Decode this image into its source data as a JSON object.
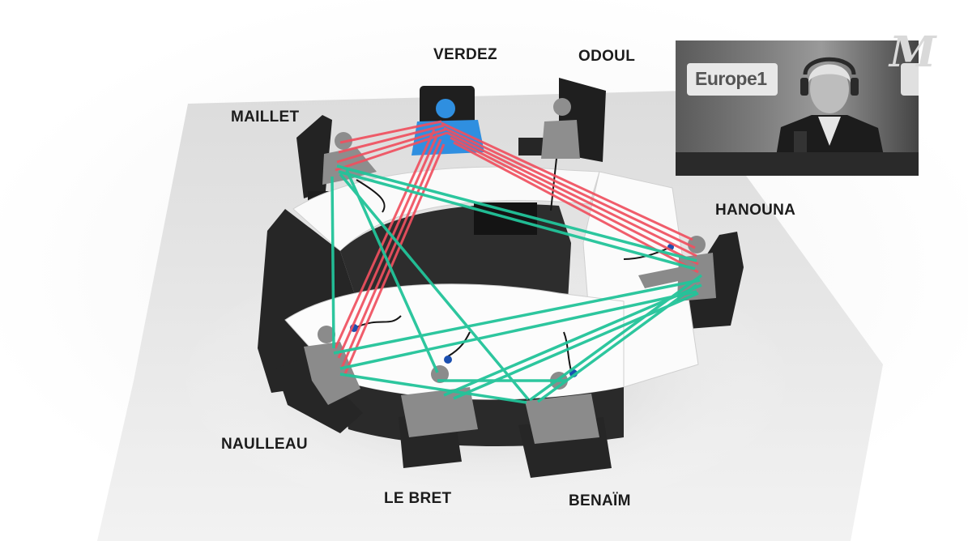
{
  "participants": {
    "verdez": "VERDEZ",
    "odoul": "ODOUL",
    "maillet": "MAILLET",
    "hanouna": "HANOUNA",
    "naulleau": "NAULLEAU",
    "lebret": "LE BRET",
    "benaim": "BENAÏM"
  },
  "inset": {
    "sign_text": "Europe1"
  },
  "watermark": "M",
  "colors": {
    "highlight_speaker": "#2f8fe0",
    "red_lines": "#f0505f",
    "green_lines": "#22c49a",
    "figures": "#8a8a8a",
    "chairs": "#2b2b2b",
    "table": "#ffffff"
  }
}
